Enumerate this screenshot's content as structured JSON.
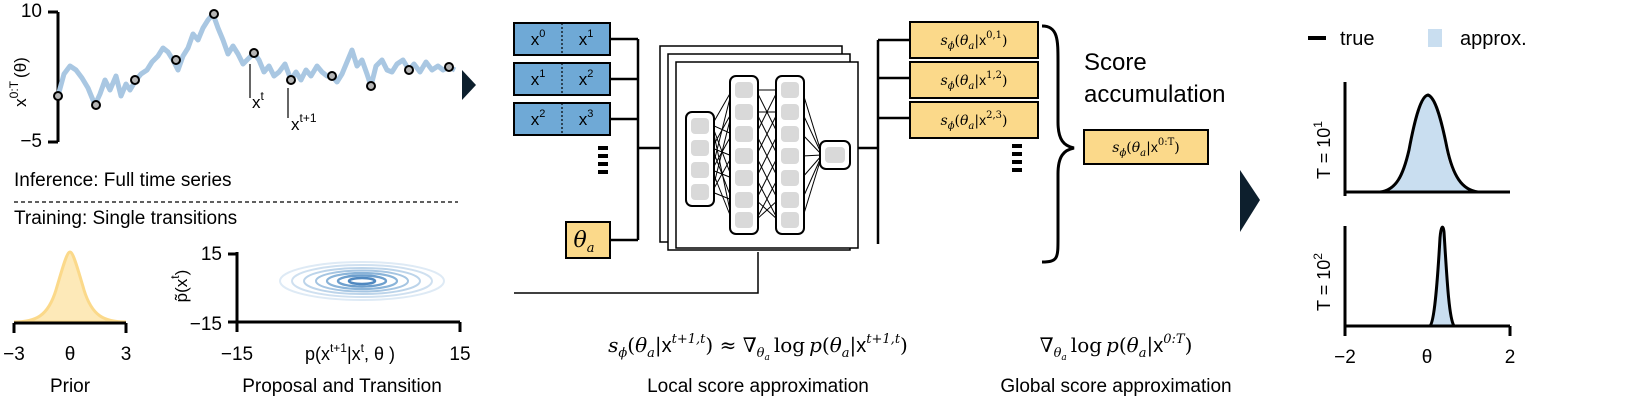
{
  "colors": {
    "blue_fill": "#6fa9d6",
    "blue_line": "#a9c7e2",
    "yellow_fill": "#fbd98a",
    "yellow_light": "#fde9b8",
    "approx_fill": "#c9def0",
    "black": "#000000",
    "gray_node": "#d9d9d9",
    "arrow": "#0d1f2d"
  },
  "timeseries": {
    "y_top": "10",
    "y_bottom": "−5",
    "ylabel_base": "x",
    "ylabel_sup": "0:T",
    "ylabel_arg": "(θ)",
    "label_xt_base": "x",
    "label_xt_sup": "t",
    "label_xt1_base": "x",
    "label_xt1_sup": "t+1"
  },
  "left_text": {
    "inference": "Inference: Full time series",
    "training": "Training: Single transitions"
  },
  "prior": {
    "ticks": [
      "−3",
      "θ",
      "3"
    ],
    "caption": "Prior"
  },
  "proposal": {
    "y_top": "15",
    "y_bottom": "−15",
    "ylabel": "p̃(x",
    "ylabel_sup": "t",
    "ylabel_end": ")",
    "x_left": "−15",
    "x_right": "15",
    "xlabel_p": "p(x",
    "xlabel_sup1": "t+1",
    "xlabel_mid": "|x",
    "xlabel_sup2": "t",
    "xlabel_end": ", θ )",
    "caption": "Proposal and Transition"
  },
  "inputs": {
    "pairs": [
      {
        "a": "x",
        "a_sup": "0",
        "b": "x",
        "b_sup": "1"
      },
      {
        "a": "x",
        "a_sup": "1",
        "b": "x",
        "b_sup": "2"
      },
      {
        "a": "x",
        "a_sup": "2",
        "b": "x",
        "b_sup": "3"
      }
    ],
    "theta": "θ",
    "theta_sub": "a"
  },
  "outputs": {
    "items": [
      {
        "sup": "0,1"
      },
      {
        "sup": "1,2"
      },
      {
        "sup": "2,3"
      }
    ],
    "s": "s",
    "phi": "ϕ",
    "theta": "θ",
    "a": "a",
    "x": "x",
    "global_sup": "0:T"
  },
  "score_accumulation": {
    "line1": "Score",
    "line2": "accumulation"
  },
  "equations": {
    "local": "s",
    "local_caption": "Local score approximation",
    "global_caption": "Global score approximation",
    "nabla": "∇",
    "log": "log",
    "p": "p",
    "local_sup": "t+1,t",
    "global_sup": "0:T"
  },
  "posteriors": {
    "legend_true": "true",
    "legend_approx": "approx.",
    "ylabel_top": "T = 10",
    "ylabel_top_sup": "1",
    "ylabel_bottom": "T = 10",
    "ylabel_bottom_sup": "2",
    "ticks": [
      "−2",
      "θ",
      "2"
    ]
  }
}
